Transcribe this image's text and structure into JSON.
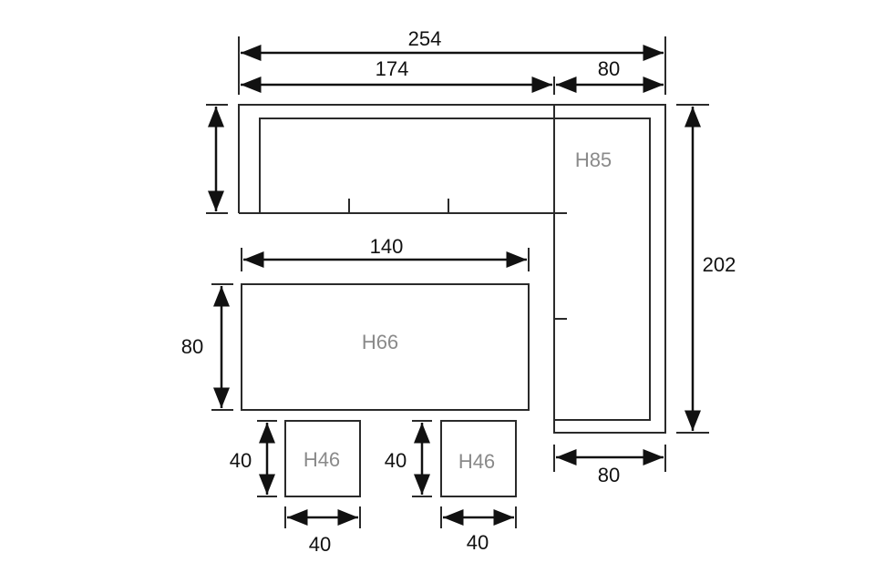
{
  "dimensions": {
    "total_width": "254",
    "main_sofa_width": "174",
    "corner_width": "80",
    "total_depth": "202",
    "table_width": "140",
    "table_depth": "80",
    "chaise_width": "80",
    "stool1_depth": "40",
    "stool1_width": "40",
    "stool2_depth": "40",
    "stool2_width": "40"
  },
  "heights": {
    "sofa": "H85",
    "table": "H66",
    "stool1": "H46",
    "stool2": "H46"
  }
}
